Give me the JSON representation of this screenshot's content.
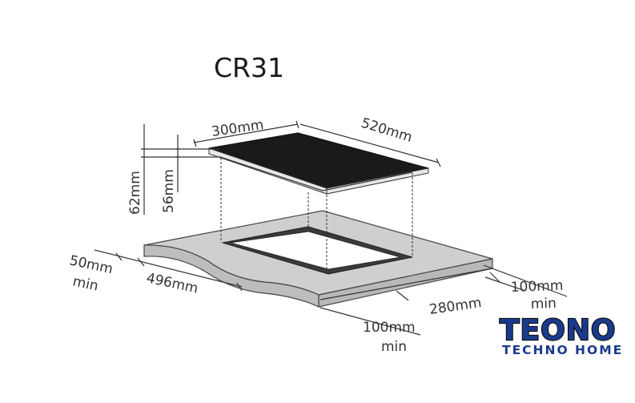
{
  "title": "CR31",
  "dimensions": {
    "hob_width": "300mm",
    "hob_depth": "520mm",
    "height_total": "62mm",
    "height_body": "56mm",
    "edge_left": "50mm",
    "edge_left_min": "min",
    "cutout_depth": "496mm",
    "cutout_width": "280mm",
    "edge_right": "100mm",
    "edge_right_min": "min",
    "edge_front": "100mm",
    "edge_front_min": "min"
  },
  "logo": {
    "main": "TEONO",
    "sub": "TECHNO HOME",
    "color_primary": "#1a3a8c",
    "color_outline": "#0d0d0d"
  },
  "colors": {
    "countertop": "#cfcfcf",
    "cutout": "#3a3a3a",
    "glass": "#1a1a1a"
  }
}
